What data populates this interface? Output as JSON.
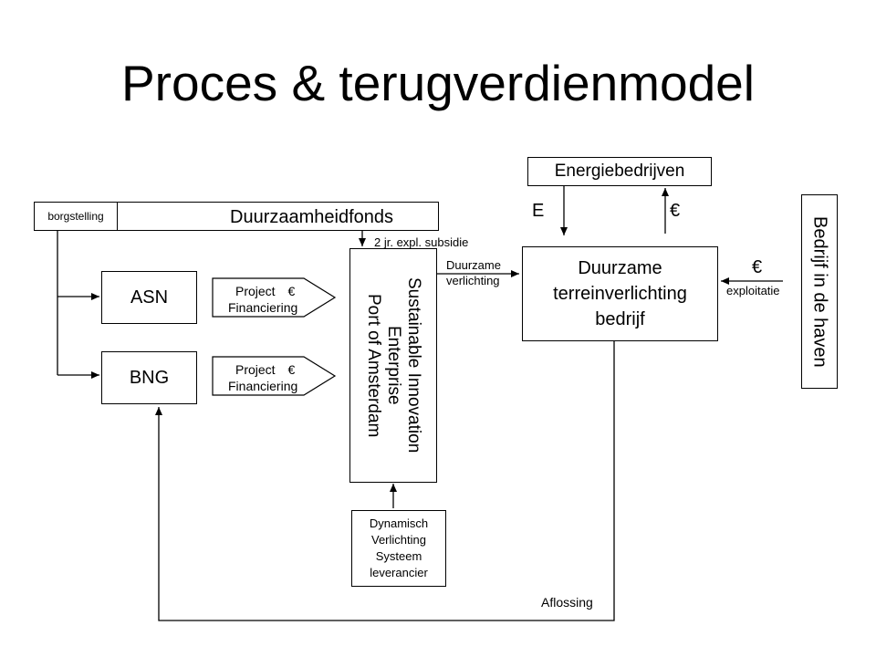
{
  "title": "Proces & terugverdienmodel",
  "nodes": {
    "borgstelling": "borgstelling",
    "fonds": "Duurzaamheidfonds",
    "asn": "ASN",
    "bng": "BNG",
    "project_asn": {
      "line1": "Project",
      "euro": "€",
      "line2": "Financiering"
    },
    "project_bng": {
      "line1": "Project",
      "euro": "€",
      "line2": "Financiering"
    },
    "sie": {
      "line1": "Sustainable Innovation",
      "line2": "Enterprise",
      "line3": "Port of Amsterdam"
    },
    "dvs": {
      "line1": "Dynamisch",
      "line2": "Verlichting",
      "line3": "Systeem",
      "line4": "leverancier"
    },
    "energie": "Energiebedrijven",
    "dtb": {
      "line1": "Duurzame",
      "line2": "terreinverlichting",
      "line3": "bedrijf"
    },
    "haven": "Bedrijf in de haven"
  },
  "edge_labels": {
    "subsidie": "2 jr. expl. subsidie",
    "duurzame": "Duurzame",
    "verlichting": "verlichting",
    "energy_in": "E",
    "euro_out": "€",
    "euro_exploit": "€",
    "exploitatie": "exploitatie",
    "aflossing": "Aflossing"
  }
}
